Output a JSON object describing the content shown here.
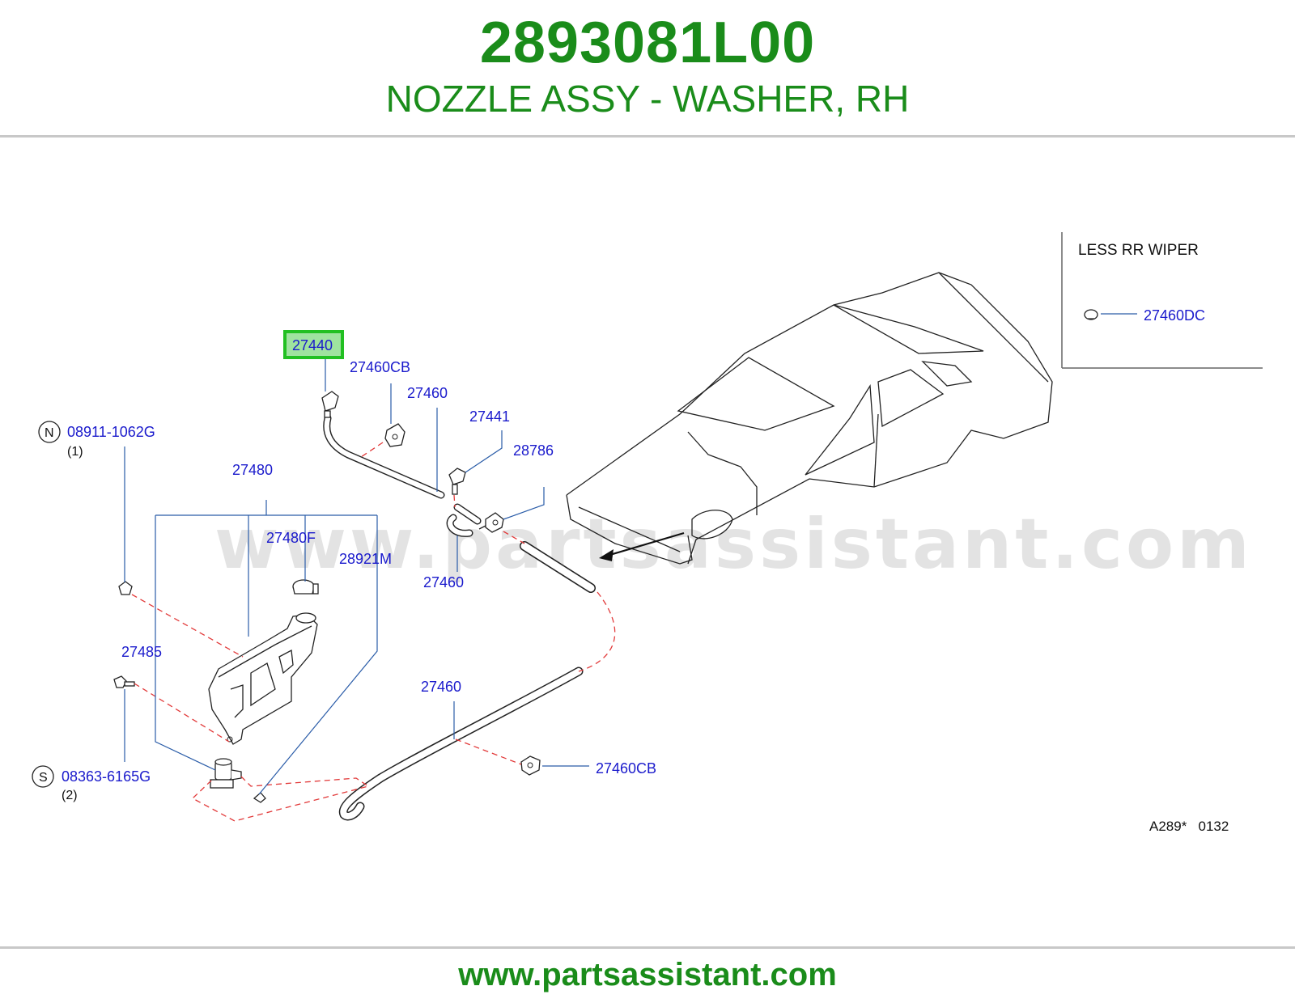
{
  "header": {
    "part_number": "2893081L00",
    "part_name": "NOZZLE ASSY - WASHER, RH"
  },
  "diagram": {
    "highlighted_part": "27440",
    "callouts": {
      "c27440": "27440",
      "c27460cb_top": "27460CB",
      "c27460_a": "27460",
      "c27441": "27441",
      "c28786": "28786",
      "c27480": "27480",
      "c27480f": "27480F",
      "c28921m": "28921M",
      "c27460_b": "27460",
      "c27485": "27485",
      "c27460_c": "27460",
      "c27460cb_bottom": "27460CB",
      "c08911": "08911-1062G",
      "c08911_qty": "(1)",
      "c08363": "08363-6165G",
      "c08363_qty": "(2)",
      "n_symbol": "N",
      "s_symbol": "S"
    },
    "inset": {
      "title": "LESS   RR   WIPER",
      "part": "27460DC"
    },
    "drawing_code": "A289*   0132",
    "watermark": "www.partsassistant.com",
    "colors": {
      "brand_green": "#1a8c1a",
      "callout_blue": "#1a1acc",
      "leader_blue": "#2a5ca8",
      "dash_red": "#e23a3a",
      "highlight_green": "#22c022"
    }
  },
  "footer": {
    "url": "www.partsassistant.com"
  }
}
